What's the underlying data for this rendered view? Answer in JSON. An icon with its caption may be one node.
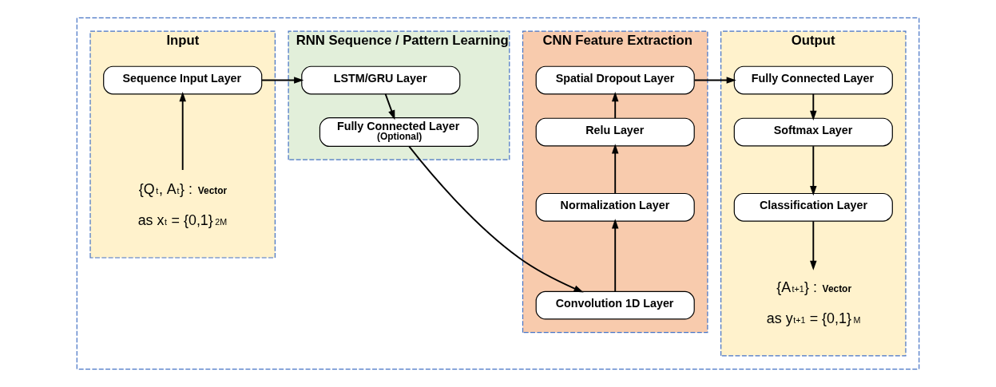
{
  "diagram": {
    "nodes": [
      {
        "text": [],
        "shape": "box"
      },
      {
        "text": [
          "Input"
        ],
        "in": 0
      },
      {
        "text": [
          "Sequence Input Layer"
        ],
        "in": 1
      },
      {
        "text": [
          "{Q$_{t}$, A$_{t}$} : **Vector**",
          "as x$_{t}$ = {0,1}$^{2M}$"
        ],
        "in": 1
      },
      {
        "text": [
          "RNN Sequence / Pattern Learning"
        ],
        "in": 0
      },
      {
        "text": [
          "LSTM/GRU Layer"
        ],
        "in": 4
      },
      {
        "text": [
          "Fully Connected Layer",
          "(Optional)"
        ],
        "in": 4
      },
      {
        "text": [
          "CNN Feature Extraction"
        ],
        "in": 0
      },
      {
        "text": [
          "Spatial Dropout Layer"
        ],
        "in": 7
      },
      {
        "text": [
          "Relu Layer"
        ],
        "in": 7
      },
      {
        "text": [
          "Normalization Layer"
        ],
        "in": 7
      },
      {
        "text": [
          "Convolution 1D Layer"
        ],
        "in": 7
      },
      {
        "text": [
          "Output"
        ],
        "in": 0
      },
      {
        "text": [
          "Fully Connected Layer"
        ],
        "in": 12
      },
      {
        "text": [
          "Softmax Layer"
        ],
        "in": 12
      },
      {
        "text": [
          "Classification Layer"
        ],
        "in": 12
      },
      {
        "text": [
          "{A$_{t+1}$} : **Vector**",
          "as y$_{t+1}$ = {0,1}$^{M}$"
        ],
        "in": 12
      }
    ],
    "edges": [
      {
        "from": 3,
        "to": 2,
        "arrow": "to"
      },
      {
        "from": 2,
        "to": 5,
        "arrow": "to"
      },
      {
        "from": 5,
        "to": 6,
        "arrow": "to"
      },
      {
        "from": 6,
        "to": 11,
        "arrow": "to"
      },
      {
        "from": 11,
        "to": 10,
        "arrow": "to"
      },
      {
        "from": 10,
        "to": 9,
        "arrow": "to"
      },
      {
        "from": 9,
        "to": 8,
        "arrow": "to"
      },
      {
        "from": 8,
        "to": 13,
        "arrow": "to"
      },
      {
        "from": 13,
        "to": 14,
        "arrow": "to"
      },
      {
        "from": 14,
        "to": 15,
        "arrow": "to"
      },
      {
        "from": 15,
        "to": 16,
        "arrow": "to"
      }
    ]
  }
}
